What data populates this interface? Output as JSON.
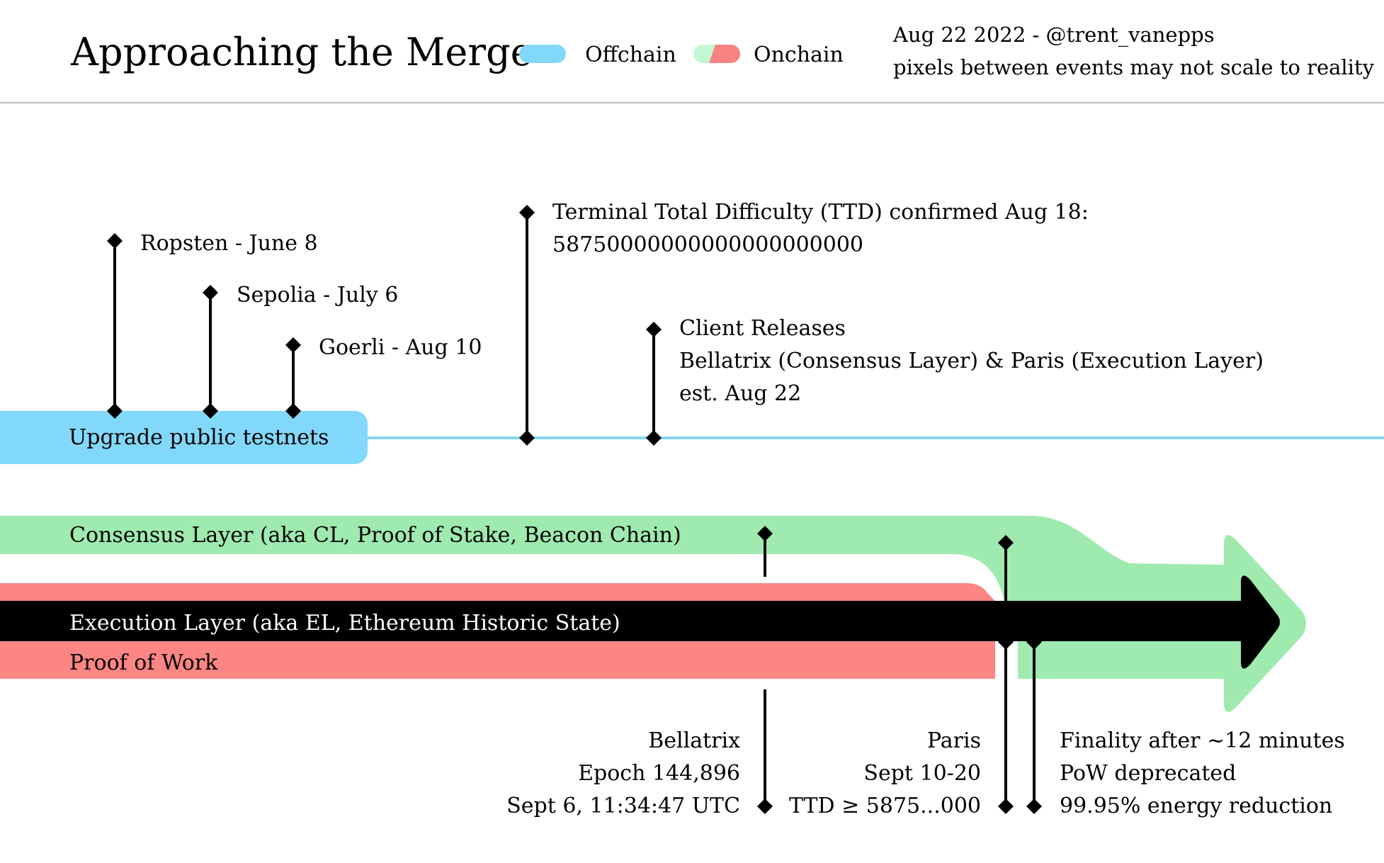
{
  "header": {
    "title": "Approaching the Merge",
    "legend": [
      {
        "label": "Offchain",
        "color": "#82d8fa"
      },
      {
        "label": "Onchain",
        "colors": [
          "#c3f7d2",
          "#f58482"
        ]
      }
    ],
    "byline": "Aug 22 2022 - @trent_vanepps",
    "note": "pixels between events may not scale to reality"
  },
  "colors": {
    "offchain": "#82d8fa",
    "consensus": "#9eeaaf",
    "pow": "#fd8583",
    "execution": "#000000",
    "divider": "#bdbdbd"
  },
  "offchain": {
    "band_label": "Upgrade public testnets",
    "testnets": [
      {
        "label": "Ropsten - June 8"
      },
      {
        "label": "Sepolia - July 6"
      },
      {
        "label": "Goerli - Aug 10"
      }
    ],
    "ttd": {
      "line1": "Terminal Total Difficulty (TTD) confirmed Aug 18:",
      "line2": "58750000000000000000000"
    },
    "client_releases": {
      "line1": "Client Releases",
      "line2": "Bellatrix (Consensus Layer) & Paris (Execution Layer)",
      "line3": "est. Aug 22"
    }
  },
  "onchain": {
    "consensus_label": "Consensus Layer (aka CL, Proof of Stake, Beacon Chain)",
    "execution_label": "Execution Layer (aka EL, Ethereum Historic State)",
    "pow_label": "Proof of Work",
    "bellatrix": {
      "line1": "Bellatrix",
      "line2": "Epoch 144,896",
      "line3": "Sept 6, 11:34:47 UTC"
    },
    "paris": {
      "line1": "Paris",
      "line2": "Sept 10-20",
      "line3": "TTD ≥ 5875...000"
    },
    "finality": {
      "line1": "Finality after ~12 minutes",
      "line2": "PoW deprecated",
      "line3": "99.95% energy reduction"
    }
  }
}
